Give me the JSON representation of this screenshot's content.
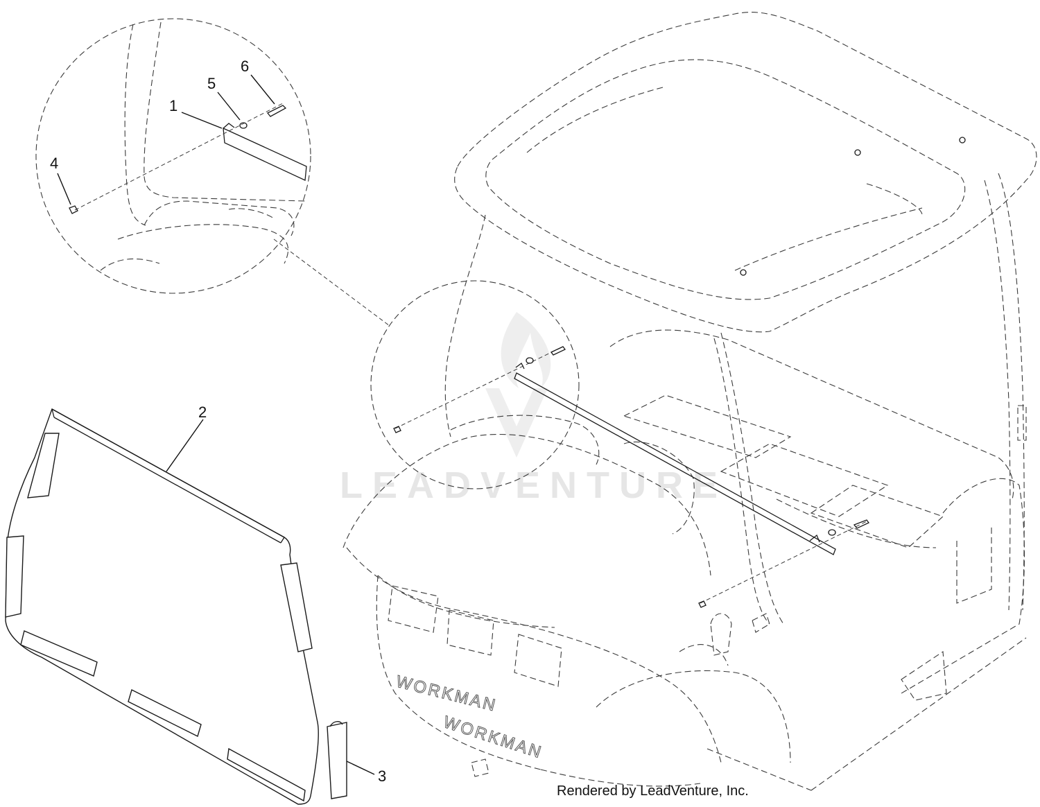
{
  "callouts": [
    {
      "id": "1",
      "text": "1"
    },
    {
      "id": "2",
      "text": "2"
    },
    {
      "id": "3",
      "text": "3"
    },
    {
      "id": "4",
      "text": "4"
    },
    {
      "id": "5",
      "text": "5"
    },
    {
      "id": "6",
      "text": "6"
    }
  ],
  "hood_text": {
    "front": "WORKMAN",
    "side": "WORKMAN"
  },
  "watermark": "LEADVENTURE",
  "credit": "Rendered by LeadVenture, Inc."
}
